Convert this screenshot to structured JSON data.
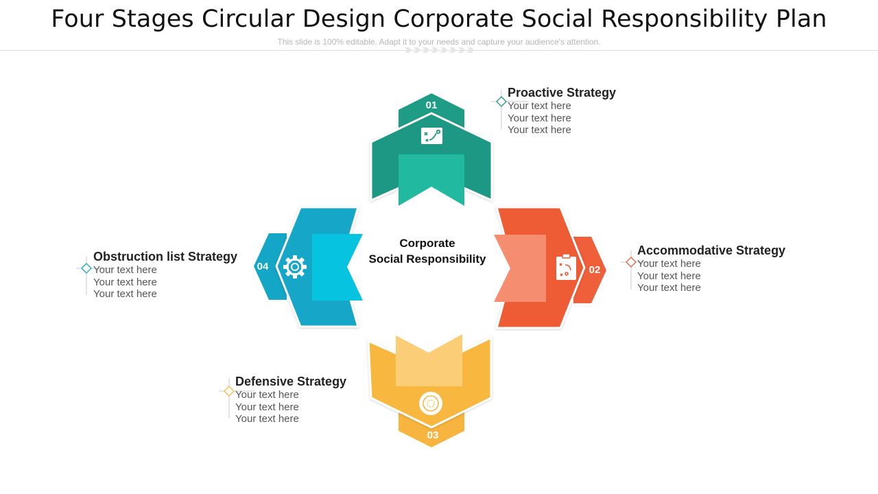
{
  "header": {
    "title": "Four Stages Circular Design Corporate Social Responsibility Plan",
    "subtitle": "This slide is 100% editable. Adapt it to your needs and capture your audience's attention."
  },
  "center": {
    "line1": "Corporate",
    "line2": "Social Responsibility"
  },
  "stages": [
    {
      "number": "01",
      "heading": "Proactive Strategy",
      "lines": [
        "Your text here",
        "Your text here",
        "Your text here"
      ],
      "icon": "strategy-board-icon",
      "color": "#1a9c86"
    },
    {
      "number": "02",
      "heading": "Accommodative Strategy",
      "lines": [
        "Your text here",
        "Your text here",
        "Your text here"
      ],
      "icon": "clipboard-plan-icon",
      "color": "#ef5f3a"
    },
    {
      "number": "03",
      "heading": "Defensive Strategy",
      "lines": [
        "Your text here",
        "Your text here",
        "Your text here"
      ],
      "icon": "target-circle-icon",
      "color": "#f7b53f"
    },
    {
      "number": "04",
      "heading": "Obstruction list Strategy",
      "lines": [
        "Your text here",
        "Your text here",
        "Your text here"
      ],
      "icon": "gear-icon",
      "color": "#17a8c9"
    }
  ]
}
